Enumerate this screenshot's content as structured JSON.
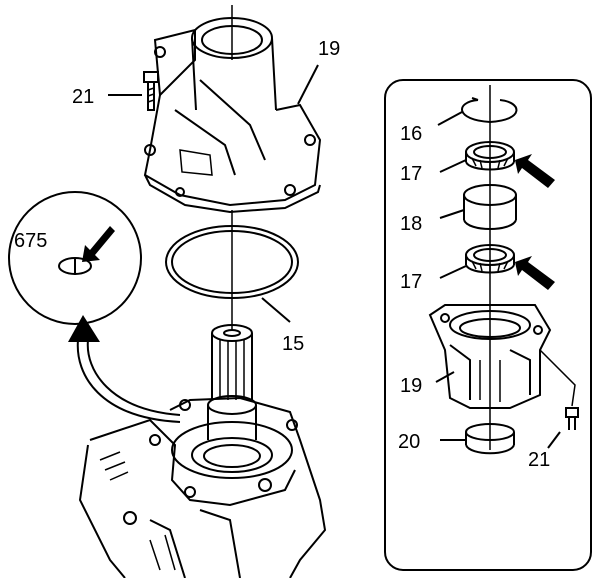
{
  "callouts": {
    "housing_top_bolt": "21",
    "housing_top": "19",
    "seal_ring": "15",
    "detail_part": "675",
    "snap_ring": "16",
    "bearing_upper": "17",
    "spacer": "18",
    "bearing_lower": "17",
    "housing_detail": "19",
    "lower_race": "20",
    "detail_bolt": "21"
  },
  "colors": {
    "ink": "#000000",
    "paper": "#ffffff"
  },
  "icons": [
    "bolt",
    "arrow",
    "curved-arrow"
  ]
}
